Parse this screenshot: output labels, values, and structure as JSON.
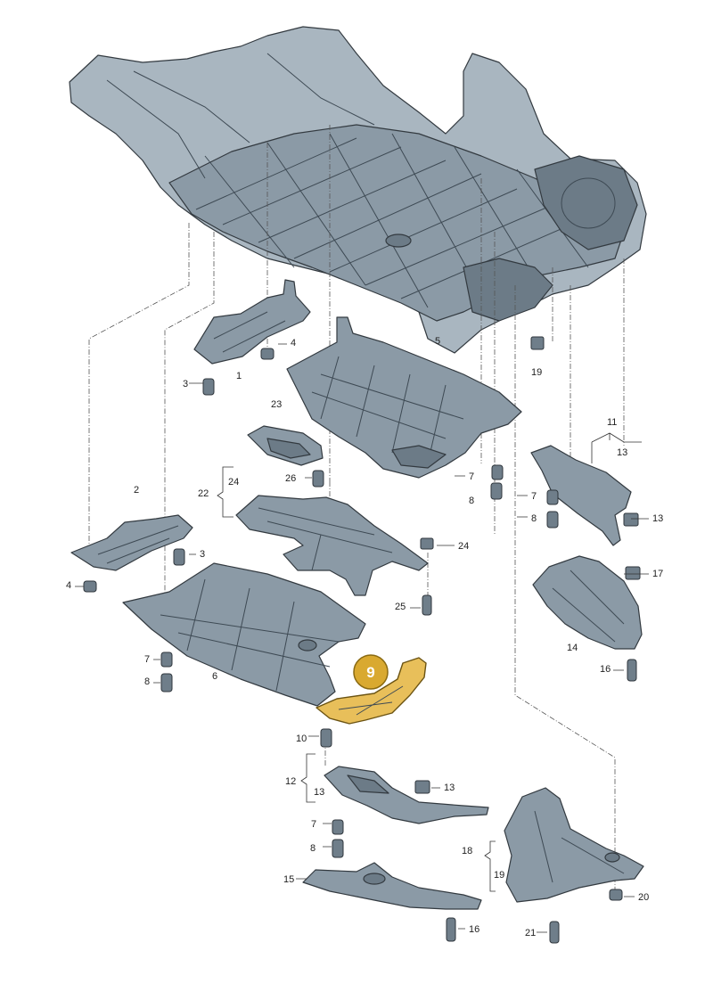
{
  "highlight": {
    "label": "9",
    "color": "#d9a930"
  },
  "callouts": {
    "c1": "1",
    "c2": "2",
    "c3a": "3",
    "c3b": "3",
    "c4a": "4",
    "c4b": "4",
    "c5": "5",
    "c6": "6",
    "c7a": "7",
    "c7b": "7",
    "c7c": "7",
    "c7d": "7",
    "c8a": "8",
    "c8b": "8",
    "c8c": "8",
    "c8d": "8",
    "c10": "10",
    "c11": "11",
    "c12": "12",
    "c13a": "13",
    "c13b": "13",
    "c13c": "13",
    "c13d": "13",
    "c14": "14",
    "c15": "15",
    "c16a": "16",
    "c16b": "16",
    "c17": "17",
    "c18": "18",
    "c19a": "19",
    "c19b": "19",
    "c20": "20",
    "c21": "21",
    "c22": "22",
    "c23": "23",
    "c24a": "24",
    "c24b": "24",
    "c25": "25",
    "c26": "26"
  },
  "colors": {
    "part": "#8b9aa6",
    "body_shell": "#a9b6c0",
    "highlight_part": "#e8bf5a"
  }
}
